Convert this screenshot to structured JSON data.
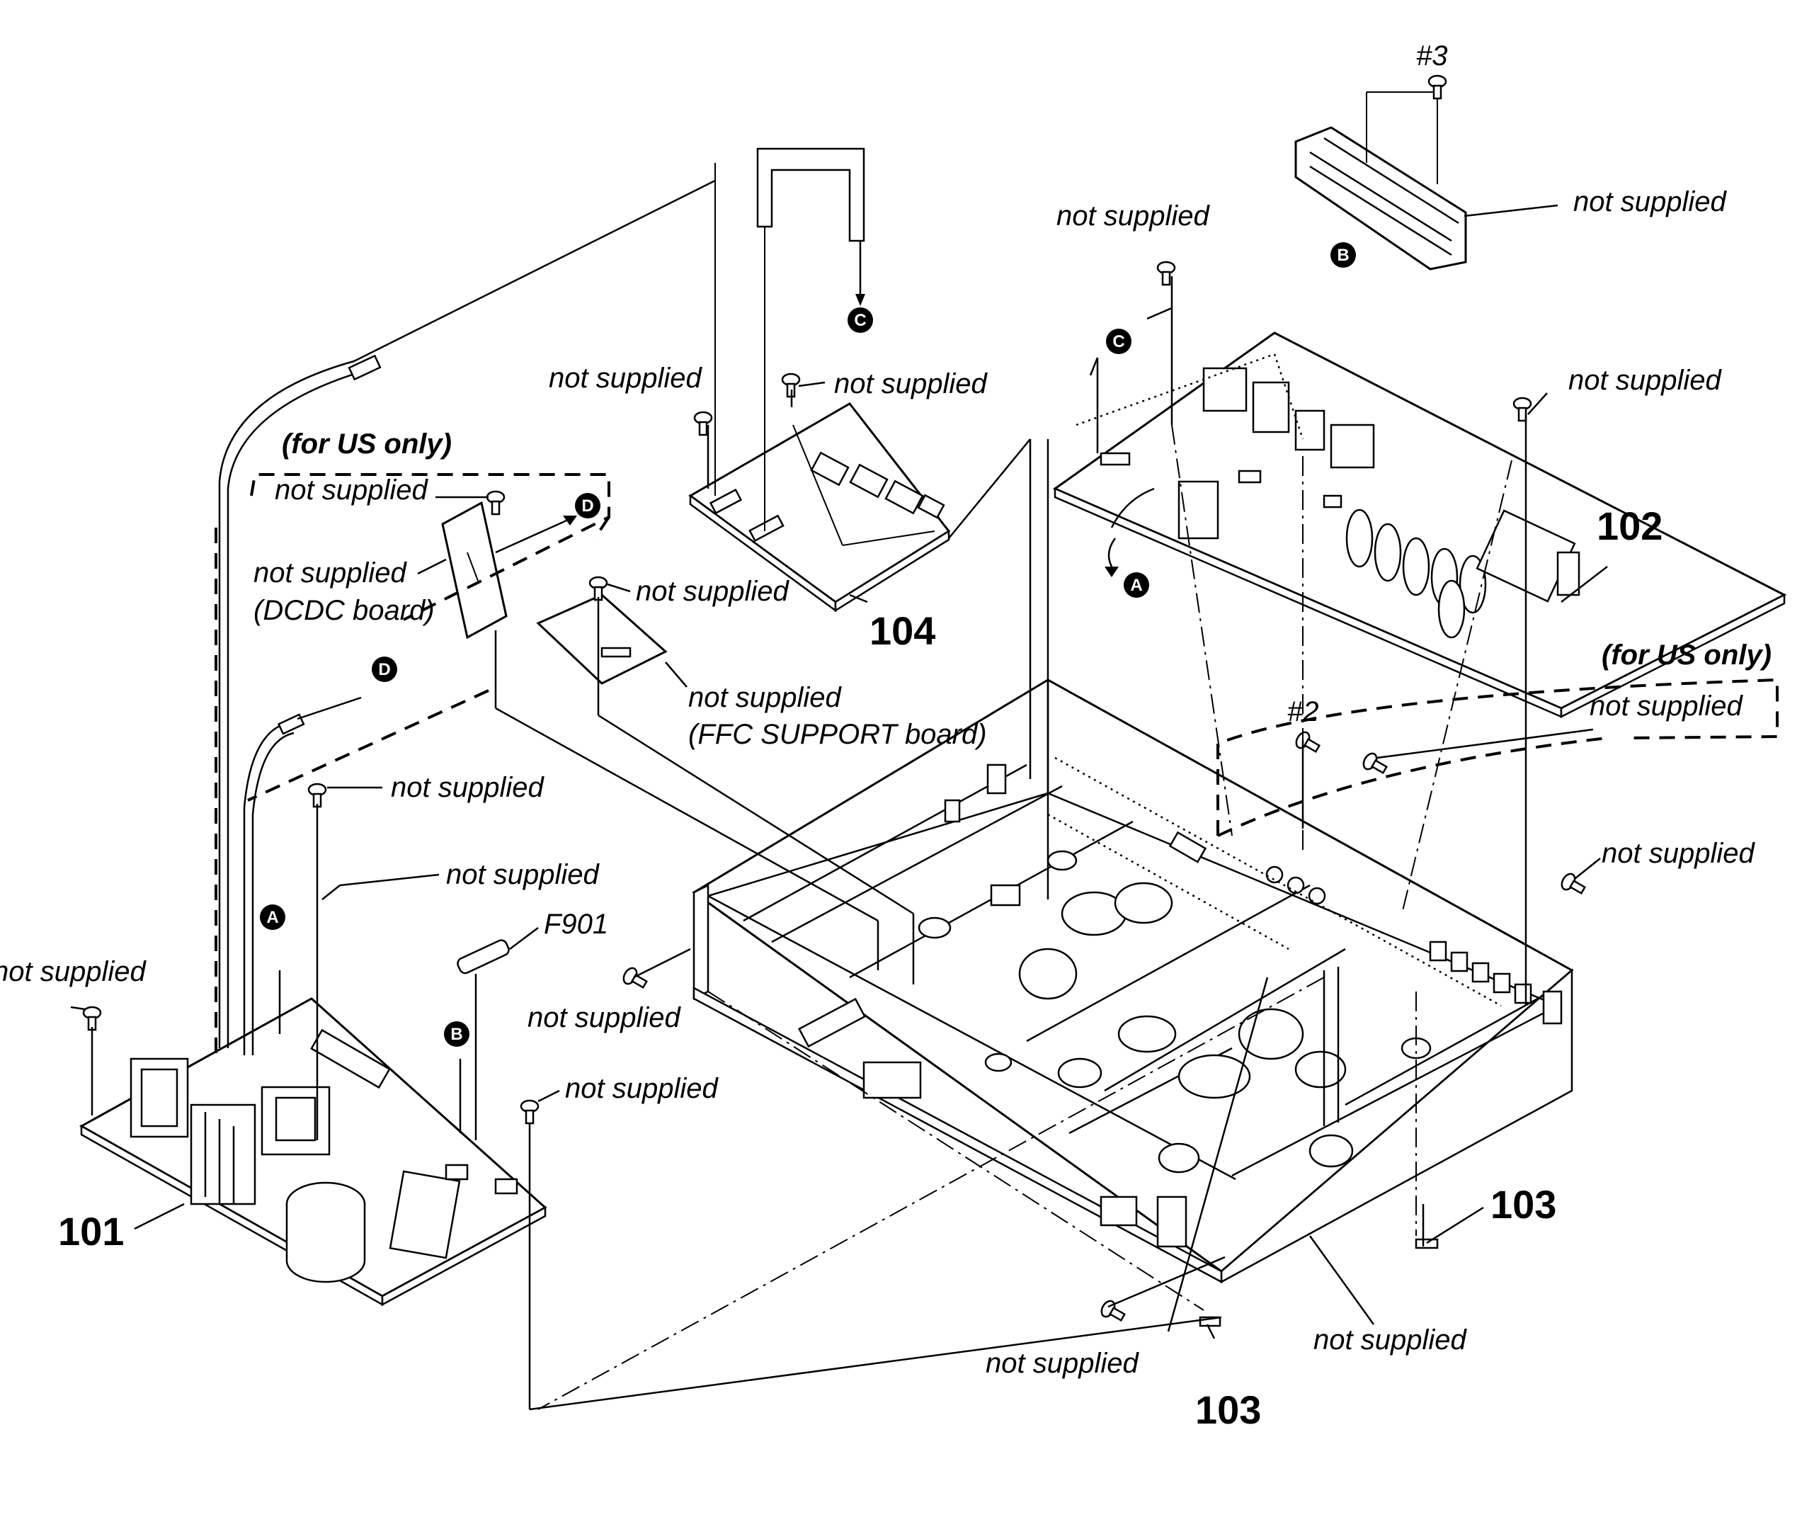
{
  "labels": {
    "hash3": "#3",
    "hash2": "#2",
    "ns_top_right": "not supplied",
    "ns_102_left": "not supplied",
    "ns_102_right": "not supplied",
    "ns_104_left": "not supplied",
    "ns_104_right": "not supplied",
    "for_us_only_left": "(for US only)",
    "ns_us_screw": "not supplied",
    "ns_dcdc": "not supplied",
    "dcdc_board": "(DCDC board)",
    "ns_ffc_screw": "not supplied",
    "ns_ffc": "not supplied",
    "ffc_board": "(FFC SUPPORT board)",
    "for_us_only_right": "(for US only)",
    "ns_us_right": "not supplied",
    "ns_chassis_right": "not supplied",
    "ns_101_upper": "not supplied",
    "ns_101_wire": "not supplied",
    "f901": "F901",
    "ns_101_far_left": "not supplied",
    "ns_chassis_left": "not supplied",
    "ns_101_right": "not supplied",
    "ns_bottom_center": "not supplied",
    "ns_bottom_right": "not supplied"
  },
  "part_numbers": {
    "p101": "101",
    "p102": "102",
    "p103a": "103",
    "p103b": "103",
    "p104": "104"
  },
  "markers": {
    "a1": "A",
    "a2": "A",
    "b1": "B",
    "b2": "B",
    "c1": "C",
    "c2": "C",
    "d1": "D",
    "d2": "D"
  }
}
